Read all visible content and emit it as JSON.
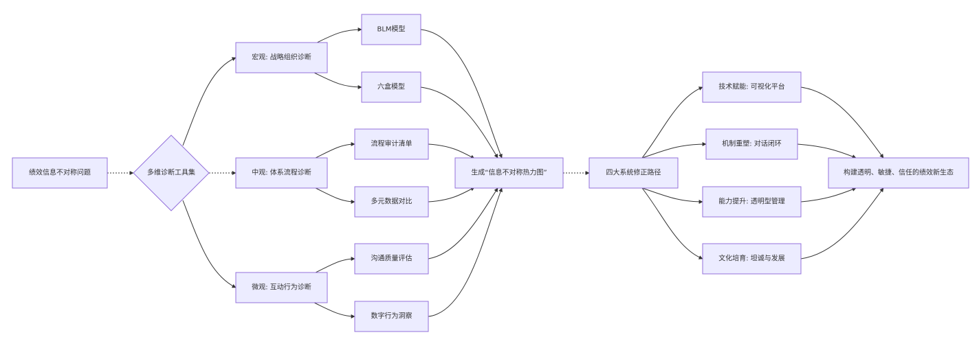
{
  "diagram": {
    "nodes": {
      "problem": "绩效信息不对称问题",
      "toolkit": "多维诊断工具集",
      "macro": "宏观: 战略组织诊断",
      "meso": "中观: 体系流程诊断",
      "micro": "微观: 互动行为诊断",
      "blm": "BLM模型",
      "six_box": "六盒模型",
      "process_audit": "流程审计清单",
      "multi_data": "多元数据对比",
      "comm_quality": "沟通质量评估",
      "digital_insight": "数字行为洞察",
      "heatmap": "生成“信息不对称热力图”",
      "paths": "四大系统修正路径",
      "tech": "技术赋能: 可视化平台",
      "mechanism": "机制重塑: 对话闭环",
      "capability": "能力提升: 透明型管理",
      "culture": "文化培育: 坦诚与发展",
      "ecosystem": "构建透明、敏捷、信任的绩效新生态"
    }
  }
}
